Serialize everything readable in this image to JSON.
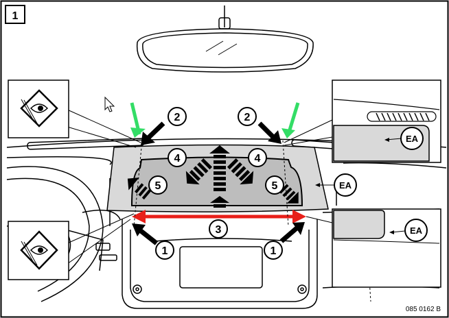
{
  "figure": {
    "number": "1",
    "reference_code": "085 0162 B"
  },
  "callouts": {
    "c1_left": "1",
    "c1_right": "1",
    "c2_left": "2",
    "c2_right": "2",
    "c3": "3",
    "c4_left": "4",
    "c4_right": "4",
    "c5_left": "5",
    "c5_right": "5",
    "ea_center": "EA",
    "ea_top_detail": "EA",
    "ea_bottom_detail": "EA"
  },
  "colors": {
    "green_arrow": "#33dd66",
    "red_arrow": "#e8201a",
    "panel_fill": "#d9d9d9",
    "inner_panel_fill": "#bdbdbd",
    "black_arrow": "#000000"
  },
  "icons": [
    "eye-inspection-icon-top",
    "eye-inspection-icon-bottom",
    "mouse-cursor-icon"
  ]
}
